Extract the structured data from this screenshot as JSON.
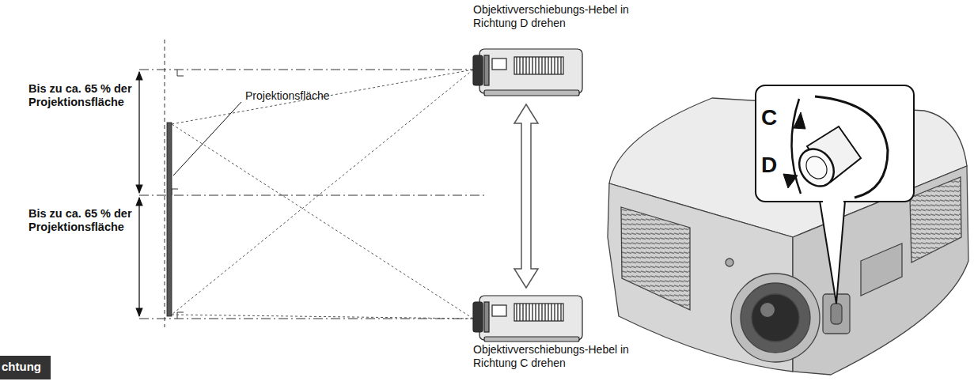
{
  "diagram": {
    "labels": [
      "Objektivverschiebungs-Hebel in Richtung D drehen",
      "Bis zu ca. 65 % der Projektionsfläche",
      "Projektionsfläche",
      "Bis zu ca. 65 % der Projektionsfläche",
      "C",
      "D",
      "Objektivverschiebungs-Hebel in Richtung C drehen",
      "chtung"
    ]
  }
}
